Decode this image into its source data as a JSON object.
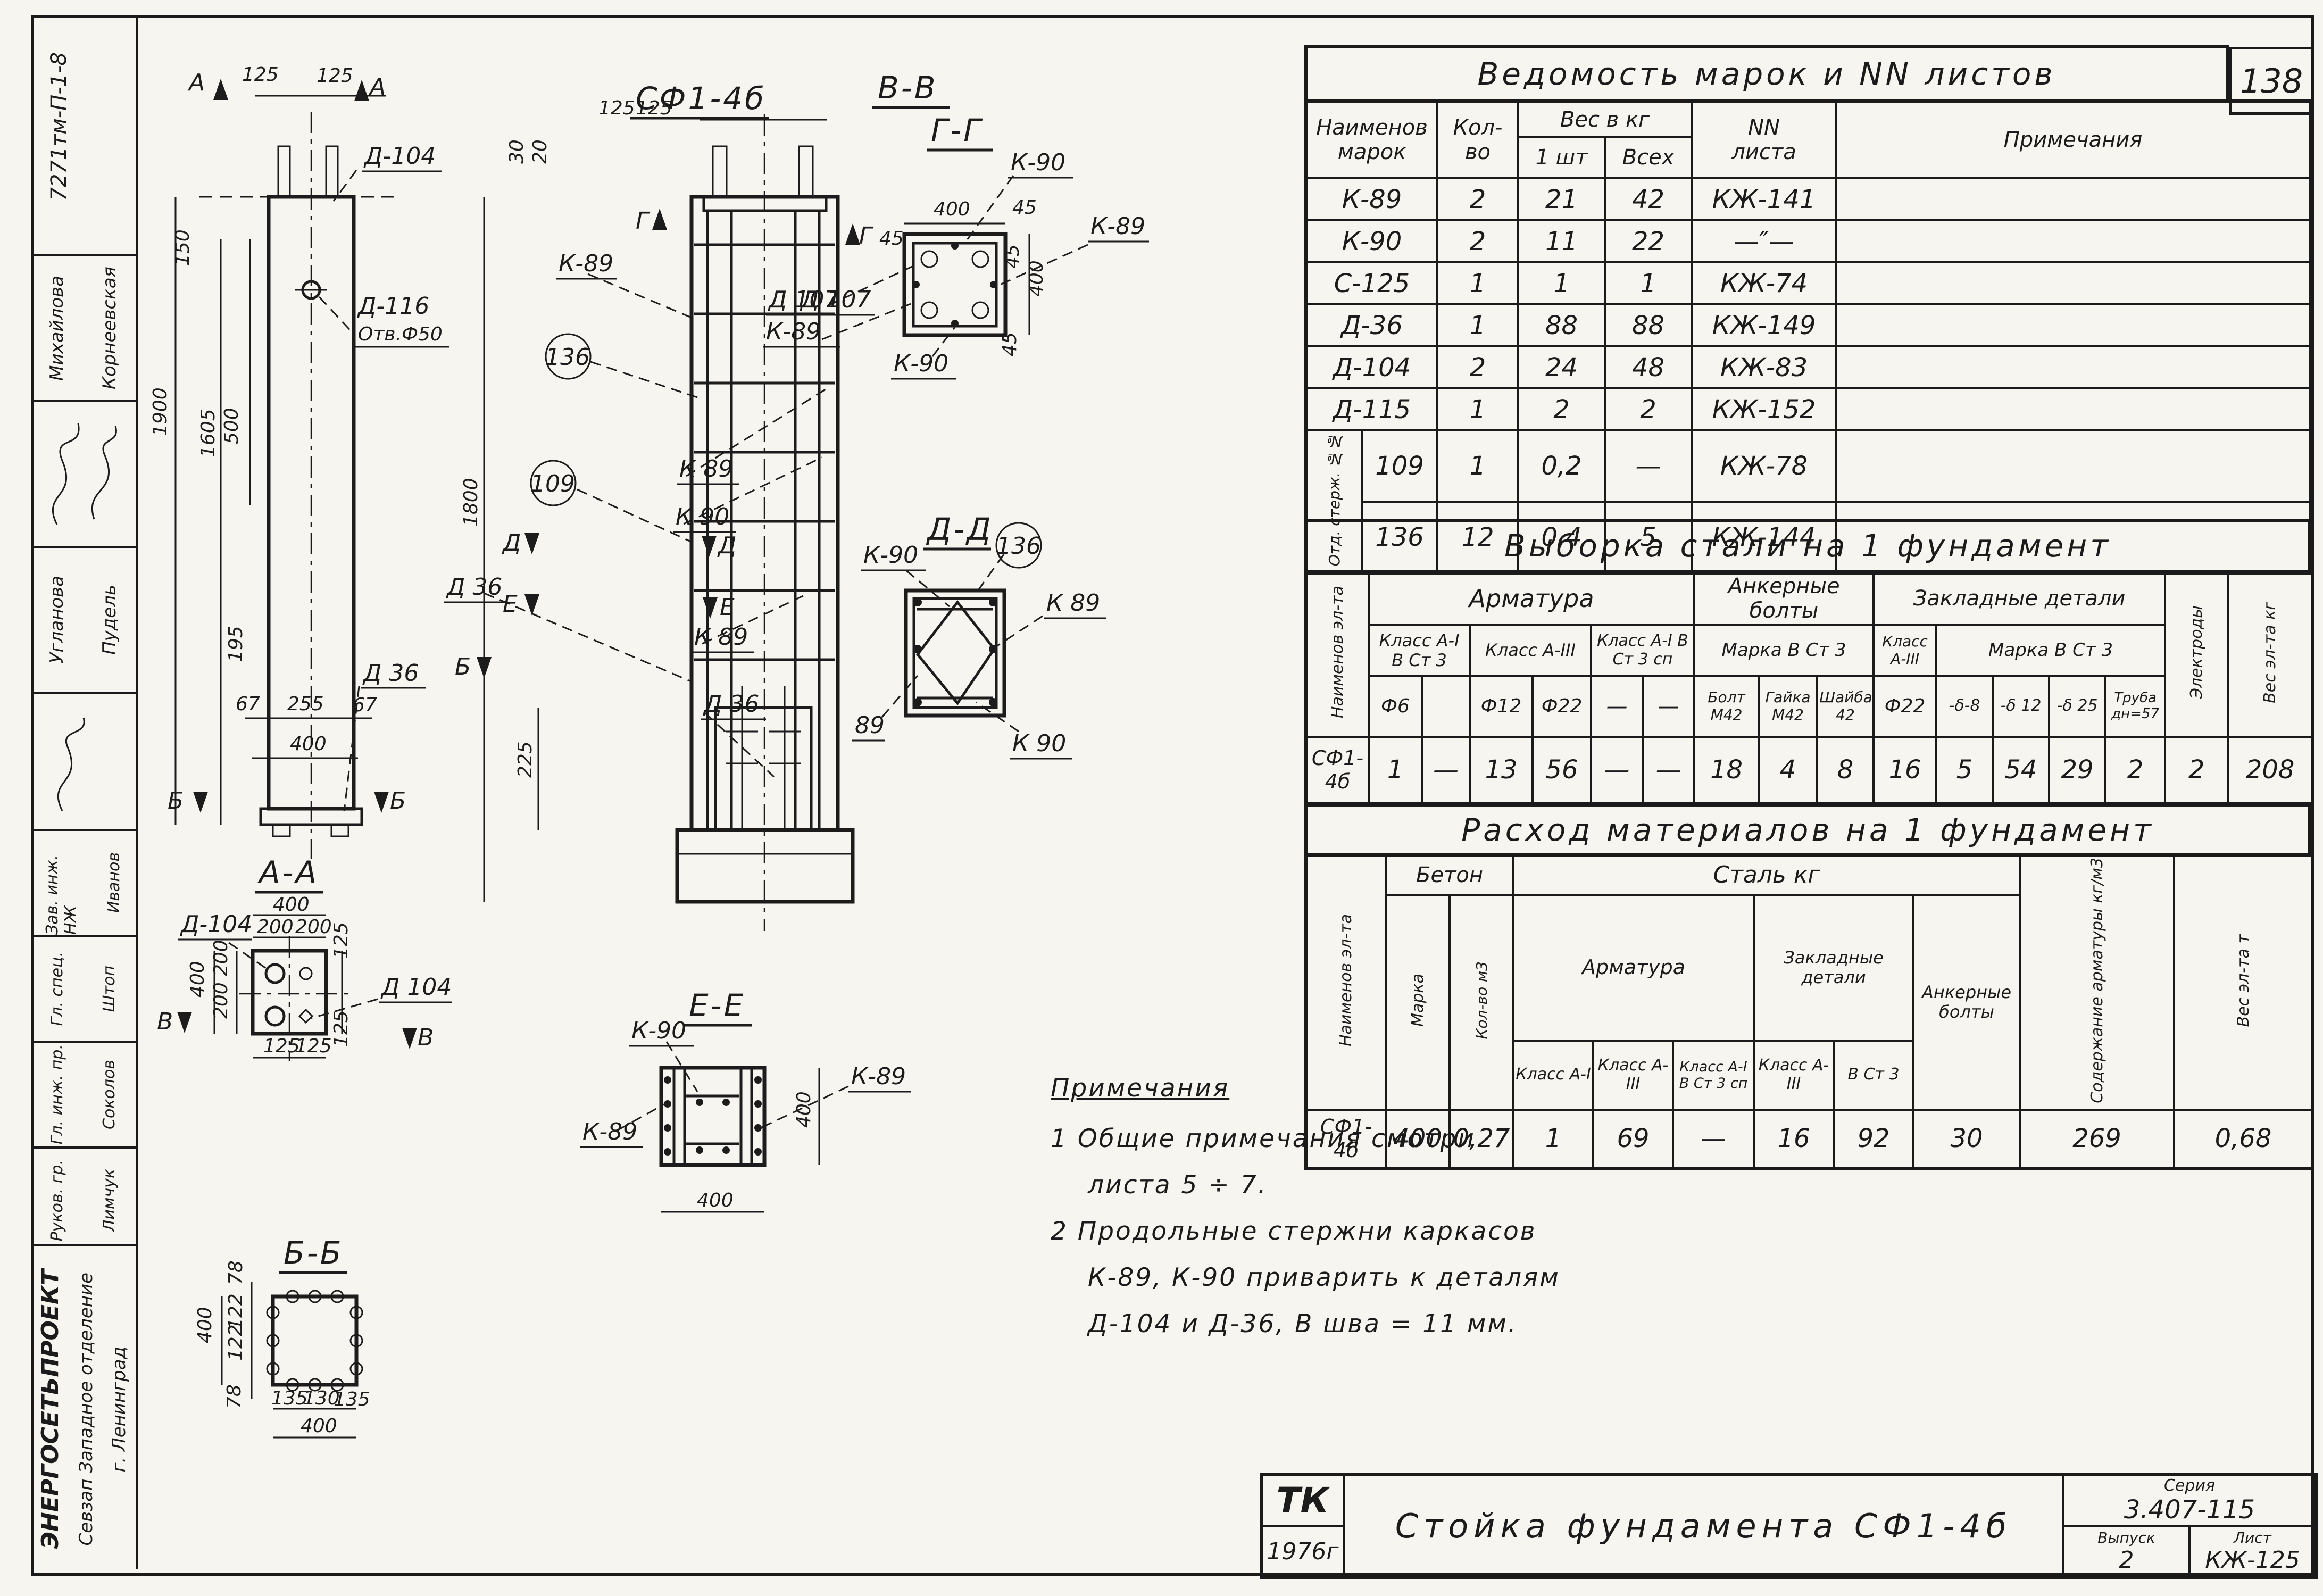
{
  "page": {
    "number": "138",
    "code": "7271тм-П-1-8"
  },
  "titles": {
    "main": "СФ1-4б",
    "vv": "В-В",
    "gg": "Г-Г",
    "dd": "Д-Д",
    "aa": "А-А",
    "bb": "Б-Б",
    "ee": "Е-Е"
  },
  "marks": {
    "k89": "К-89",
    "k89b": "К 89",
    "k89c": "89",
    "k90": "К-90",
    "k90b": "К 90",
    "d104": "Д-104",
    "d104b": "Д 104",
    "d116": "Д-116",
    "otv": "Отв.Ф50",
    "d107": "Д 107",
    "d36": "Д 36",
    "c136": "136",
    "c109": "109",
    "secA": "А",
    "secB": "Б",
    "secV": "В",
    "secG": "Г",
    "secD": "Д",
    "secE": "Е"
  },
  "dims": {
    "d20": "20",
    "d30": "30",
    "d45": "45",
    "d67": "67",
    "d78": "78",
    "d122": "122",
    "d125": "125",
    "d130": "130",
    "d135": "135",
    "d150": "150",
    "d195": "195",
    "d200": "200",
    "d225": "225",
    "d255": "255",
    "d400": "400",
    "d500": "500",
    "d1605": "1605",
    "d1800": "1800",
    "d1900": "1900"
  },
  "table_marks": {
    "title": "Ведомость    марок   и   NN   листов",
    "col_name1": "Наименов",
    "col_name2": "марок",
    "col_qty1": "Кол-",
    "col_qty2": "во",
    "col_weight": "Вес  в  кг",
    "col_w1": "1 шт",
    "col_wall": "Всех",
    "col_nn1": "NN",
    "col_nn2": "листа",
    "col_notes": "Примечания",
    "group_label": "Отд. стерж. №№",
    "rows": [
      [
        "К-89",
        "2",
        "21",
        "42",
        "КЖ-141"
      ],
      [
        "К-90",
        "2",
        "11",
        "22",
        "—″—"
      ],
      [
        "С-125",
        "1",
        "1",
        "1",
        "КЖ-74"
      ],
      [
        "Д-36",
        "1",
        "88",
        "88",
        "КЖ-149"
      ],
      [
        "Д-104",
        "2",
        "24",
        "48",
        "КЖ-83"
      ],
      [
        "Д-115",
        "1",
        "2",
        "2",
        "КЖ-152"
      ],
      [
        "109",
        "1",
        "0,2",
        "—",
        "КЖ-78"
      ],
      [
        "136",
        "12",
        "0,4",
        "5",
        "КЖ-144"
      ]
    ]
  },
  "table_steel": {
    "title": "Выборка    стали    на   1   фундамент",
    "col_name": "Наименов эл-та",
    "g_arm": "Арматура",
    "g_anchor": "Анкерные болты",
    "g_embed": "Закладные детали",
    "g_electrodes": "Электроды",
    "g_weight": "Вес эл-та кг",
    "s_a1": "Класс А-I В Ст 3",
    "s_a3": "Класс А-III",
    "s_a1sp": "Класс А-I В Ст 3 сп",
    "s_mark": "Марка В Ст 3",
    "s_a3z": "Класс А-III",
    "s_markz": "Марка В Ст 3",
    "l_f6": "Ф6",
    "l_f12": "Ф12",
    "l_f22": "Ф22",
    "l_dash": "—",
    "l_bolt": "Болт М42",
    "l_nut": "Гайка М42",
    "l_washer": "Шайба 42",
    "l_f22z": "Ф22",
    "l_d8": "-δ-8",
    "l_d12": "-δ 12",
    "l_d25": "-δ 25",
    "l_tube": "Труба дн=57",
    "row": [
      "СФ1-4б",
      "1",
      "—",
      "13",
      "56",
      "—",
      "—",
      "18",
      "4",
      "8",
      "16",
      "5",
      "54",
      "29",
      "2",
      "2",
      "208"
    ]
  },
  "table_materials": {
    "title": "Расход   материалов   на   1   фундамент",
    "col_name": "Наименов эл-та",
    "g_concrete": "Бетон",
    "c_mark": "Марка",
    "c_qty": "Кол-во м3",
    "g_steel": "Сталь     кг",
    "g_arm": "Арматура",
    "a_a1": "Класс А-I",
    "a_a3": "Класс А-III",
    "a_a1sp": "Класс А-I В Ст 3 сп",
    "g_embed": "Закладные детали",
    "e_a3": "Класс А-III",
    "e_st3": "В Ст 3",
    "g_anchor": "Анкерные болты",
    "g_content": "Содержание арматуры кг/м3",
    "g_weight": "Вес эл-та т",
    "row": [
      "СФ1-4б",
      "400",
      "0,27",
      "1",
      "69",
      "—",
      "16",
      "92",
      "30",
      "269",
      "0,68"
    ]
  },
  "notes": {
    "heading": "Примечания",
    "n1a": "1  Общие   примечания   смотри",
    "n1b": "листа   5 ÷ 7.",
    "n2a": "2  Продольные   стержни   каркасов",
    "n2b": "К-89, К-90    приварить   к  деталям",
    "n2c": "Д-104   и  Д-36,    В шва =   11 мм."
  },
  "titleblock": {
    "org": "ТК",
    "year": "1976г",
    "title": "Стойка    фундамента    СФ1-4б",
    "series_label": "Серия",
    "series": "3.407-115",
    "issue_label": "Выпуск",
    "issue": "2",
    "sheet_label": "Лист",
    "sheet": "КЖ-125"
  },
  "stamp": {
    "code": "7271тм-П-1-8",
    "org": "ЭНЕРГОСЕТЬПРОЕКТ",
    "dept": "Севзап Западное отделение",
    "city": "г. Ленинград",
    "sig1": "Михайлова",
    "sig2": "Корнеевская",
    "sig3": "Угланова",
    "sig4": "Пудель",
    "role1": "Зав. инж. НЖ",
    "role2": "Гл. спец.",
    "role3": "Гл. инж. пр.",
    "role4": "Руков. гр.",
    "name1": "Иванов",
    "name2": "Штоп",
    "name3": "Соколов",
    "name4": "Лимчук"
  }
}
